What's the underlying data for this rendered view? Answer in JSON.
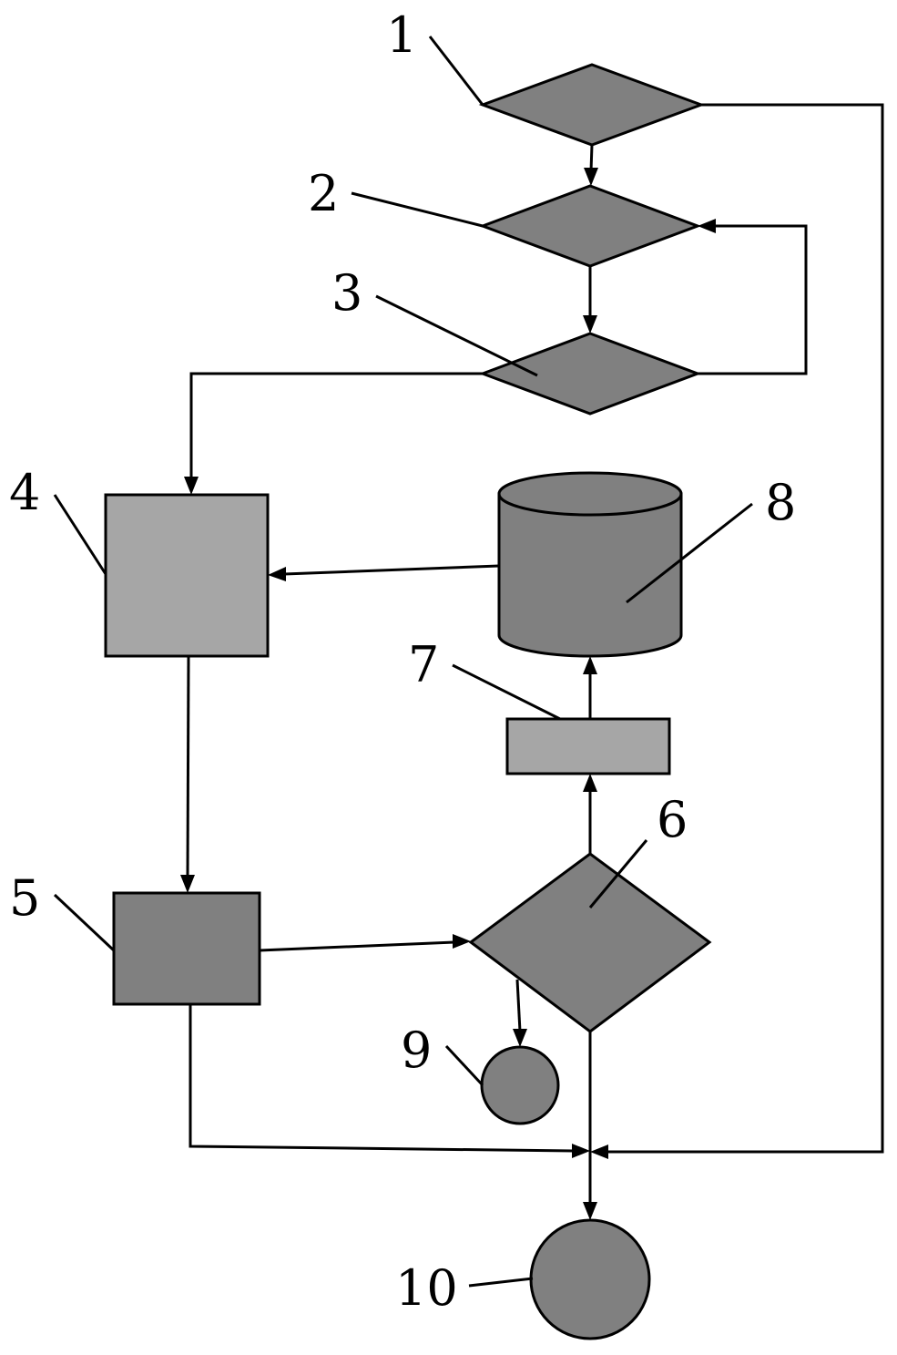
{
  "labels": {
    "n1": "1",
    "n2": "2",
    "n3": "3",
    "n4": "4",
    "n5": "5",
    "n6": "6",
    "n7": "7",
    "n8": "8",
    "n9": "9",
    "n10": "10"
  },
  "colors": {
    "dark_fill": "#808080",
    "light_fill": "#a6a6a6",
    "line": "#000000",
    "background": "#ffffff"
  }
}
